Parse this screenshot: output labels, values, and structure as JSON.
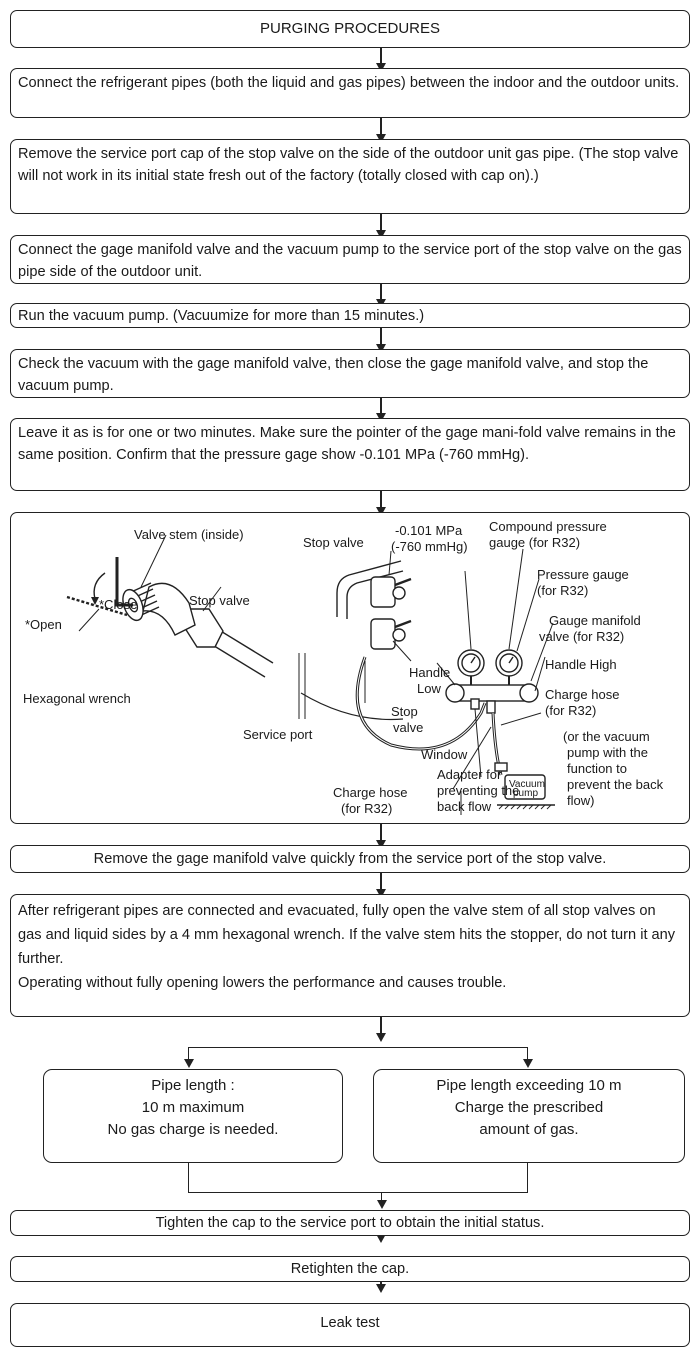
{
  "title": "PURGING PROCEDURES",
  "steps": {
    "connect_pipes": "Connect the refrigerant pipes (both the liquid and gas pipes) between the indoor and the outdoor units.",
    "remove_cap": "Remove the service port cap of the stop valve on the side of the outdoor unit gas pipe. (The stop valve will not work in its initial state fresh out of the factory (totally closed with cap on).)",
    "connect_manifold": "Connect the gage manifold valve and the vacuum pump to the service port of the stop valve on the gas pipe side of the outdoor unit.",
    "run_pump": "Run the vacuum pump. (Vacuumize for more than 15 minutes.)",
    "check_vacuum": "Check the vacuum with the gage manifold valve, then close the gage manifold valve, and stop the vacuum pump.",
    "leave": "Leave it as is for one or two minutes. Make sure the pointer of the gage mani-fold valve remains in the same position. Confirm that the pressure gage show -0.101 MPa (-760 mmHg).",
    "remove_manifold": "Remove the gage manifold valve quickly from the service port of the stop valve.",
    "open_valves_1": "After refrigerant pipes are connected and evacuated, fully open the valve stem of all stop valves on gas and liquid sides by a 4 mm hexagonal wrench. If the valve stem hits the stopper, do not turn it any further.",
    "open_valves_2": "Operating without fully opening lowers the performance and causes trouble.",
    "tighten_cap": "Tighten the cap to the service port to obtain the initial status.",
    "retighten": "Retighten the cap.",
    "leak_test": "Leak test"
  },
  "branches": {
    "left": [
      "Pipe length :",
      "10 m maximum",
      "No gas charge is needed."
    ],
    "right": [
      "Pipe length exceeding 10 m",
      "Charge the prescribed",
      "amount of gas."
    ]
  },
  "illustration": {
    "valve_stem": "Valve stem (inside)",
    "close": "*Close",
    "open": "*Open",
    "stop_valve_left": "Stop valve",
    "hex_wrench": "Hexagonal wrench",
    "stop_valve_top": "Stop valve",
    "mpa_1": "-0.101 MPa",
    "mpa_2": "(-760 mmHg)",
    "compound_1": "Compound pressure",
    "compound_2": "gauge (for R32)",
    "pressure_1": "Pressure gauge",
    "pressure_2": "(for R32)",
    "manifold_1": "Gauge manifold",
    "manifold_2": "valve (for R32)",
    "handle_high": "Handle High",
    "handle_low_1": "Handle",
    "handle_low_2": "Low",
    "charge_hose_r_1": "Charge hose",
    "charge_hose_r_2": "(for R32)",
    "stop_valve_mid_1": "Stop",
    "stop_valve_mid_2": "valve",
    "service_port": "Service port",
    "vacuum_pump_1": "Vacuum",
    "vacuum_pump_2": "pump",
    "pump_note_1": "(or the vacuum",
    "pump_note_2": "pump with the",
    "pump_note_3": "function to",
    "pump_note_4": "prevent the back",
    "pump_note_5": "flow)",
    "window": "Window",
    "adapter_1": "Adapter for",
    "adapter_2": "preventing the",
    "adapter_3": "back flow",
    "charge_hose_b_1": "Charge hose",
    "charge_hose_b_2": "(for R32)"
  }
}
